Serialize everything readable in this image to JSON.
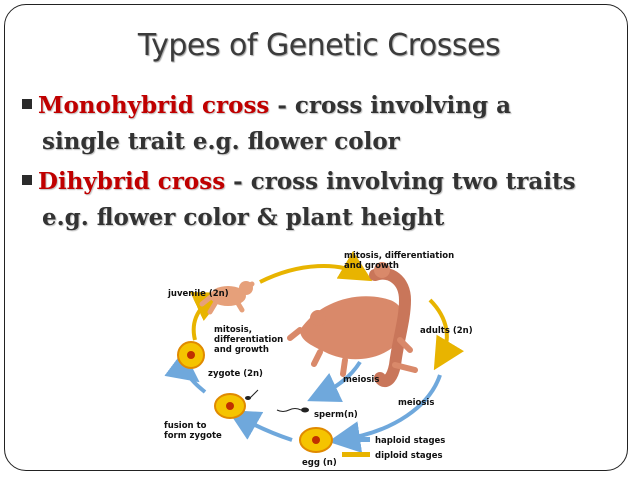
{
  "slide": {
    "title": "Types of Genetic Crosses",
    "bullets": [
      {
        "term": "Monohybrid cross",
        "sep": " - ",
        "text1": "cross involving a",
        "text2": "single trait e.g. flower color"
      },
      {
        "term": "Dihybrid cross",
        "sep": " - ",
        "text1": "cross involving two traits",
        "text2": "e.g. flower color & plant height"
      }
    ]
  },
  "diagram": {
    "labels": {
      "mitosis_top": "mitosis, differentiation\nand growth",
      "juvenile": "juvenile (2n)",
      "mitosis_left": "mitosis,\ndifferentiation\nand growth",
      "adults": "adults (2n)",
      "zygote": "zygote (2n)",
      "meiosis_center": "meiosis",
      "meiosis_right": "meiosis",
      "sperm": "sperm(n)",
      "fusion": "fusion to\nform zygote",
      "egg": "egg (n)"
    },
    "legend": [
      {
        "label": "haploid stages",
        "color": "#6fa8dc"
      },
      {
        "label": "diploid stages",
        "color": "#e8b400"
      }
    ],
    "colors": {
      "haploid": "#6fa8dc",
      "diploid": "#e8b400",
      "accent": "#c00000"
    }
  }
}
